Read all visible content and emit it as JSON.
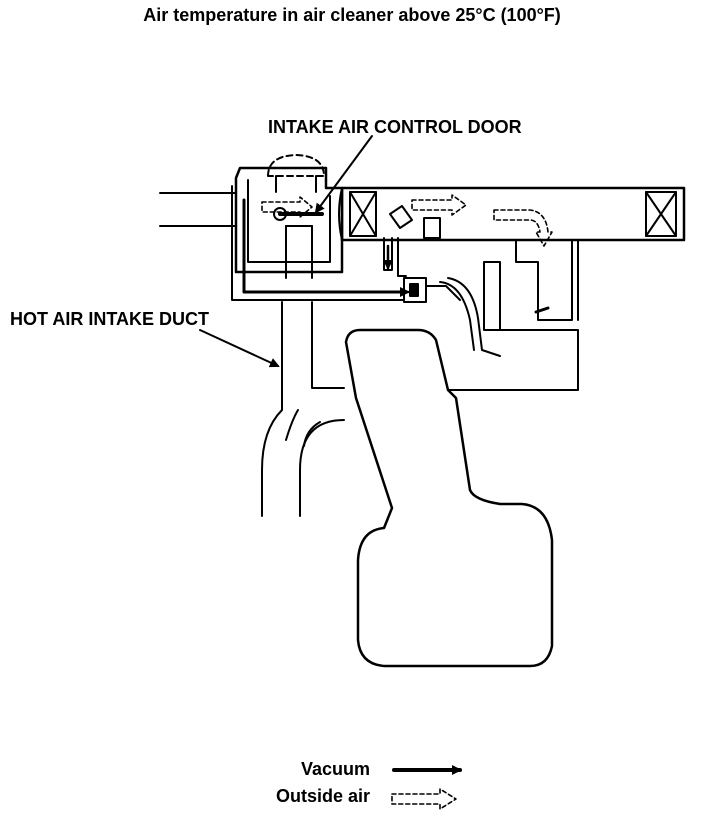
{
  "diagram": {
    "title": "Air temperature in air cleaner above 25°C (100°F)",
    "labels": {
      "intake_air_control_door": "INTAKE AIR CONTROL DOOR",
      "hot_air_intake_duct": "HOT AIR INTAKE DUCT"
    },
    "legend": {
      "vacuum": "Vacuum",
      "outside_air": "Outside air"
    },
    "colors": {
      "ink": "#000000",
      "paper": "#ffffff"
    }
  }
}
